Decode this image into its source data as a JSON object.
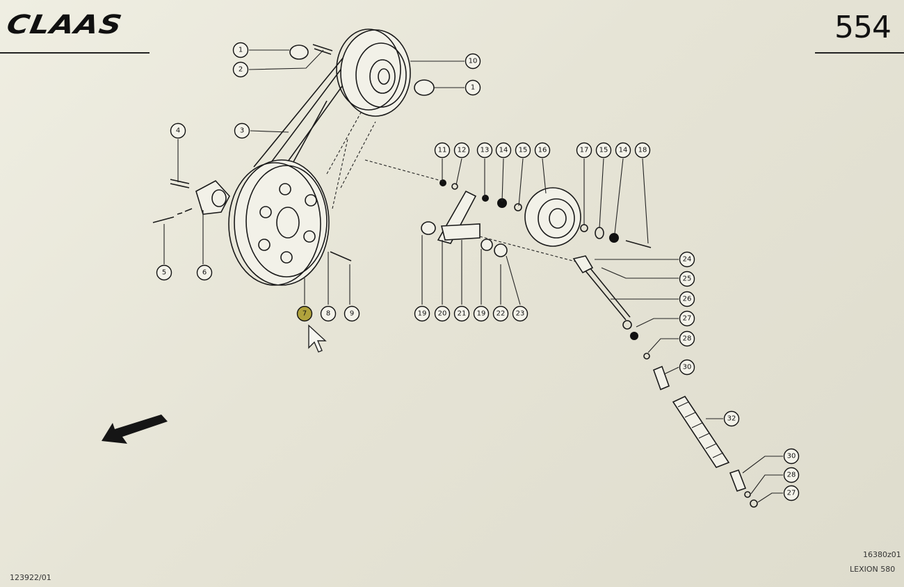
{
  "header": {
    "brand": "CLAAS",
    "page_number": "554"
  },
  "footer": {
    "left_code": "123922/01",
    "drawing_code": "16380z01",
    "model": "LEXION 580"
  },
  "callouts": [
    {
      "label": "1"
    },
    {
      "label": "2"
    },
    {
      "label": "10"
    },
    {
      "label": "1"
    },
    {
      "label": "3"
    },
    {
      "label": "4"
    },
    {
      "label": "5"
    },
    {
      "label": "6"
    },
    {
      "label": "7",
      "highlighted": true
    },
    {
      "label": "8"
    },
    {
      "label": "9"
    },
    {
      "label": "11"
    },
    {
      "label": "12"
    },
    {
      "label": "13"
    },
    {
      "label": "14"
    },
    {
      "label": "15"
    },
    {
      "label": "16"
    },
    {
      "label": "17"
    },
    {
      "label": "15"
    },
    {
      "label": "14"
    },
    {
      "label": "18"
    },
    {
      "label": "19"
    },
    {
      "label": "20"
    },
    {
      "label": "21"
    },
    {
      "label": "19"
    },
    {
      "label": "22"
    },
    {
      "label": "23"
    },
    {
      "label": "24"
    },
    {
      "label": "25"
    },
    {
      "label": "26"
    },
    {
      "label": "27"
    },
    {
      "label": "28"
    },
    {
      "label": "30"
    },
    {
      "label": "32"
    },
    {
      "label": "30"
    },
    {
      "label": "28"
    },
    {
      "label": "27"
    }
  ],
  "icons": {
    "cursor": "pointer-cursor-icon",
    "direction": "direction-arrow-icon"
  },
  "colors": {
    "highlight": "#b0a23c",
    "ink": "#111111",
    "paper": "#e9e7d9"
  }
}
